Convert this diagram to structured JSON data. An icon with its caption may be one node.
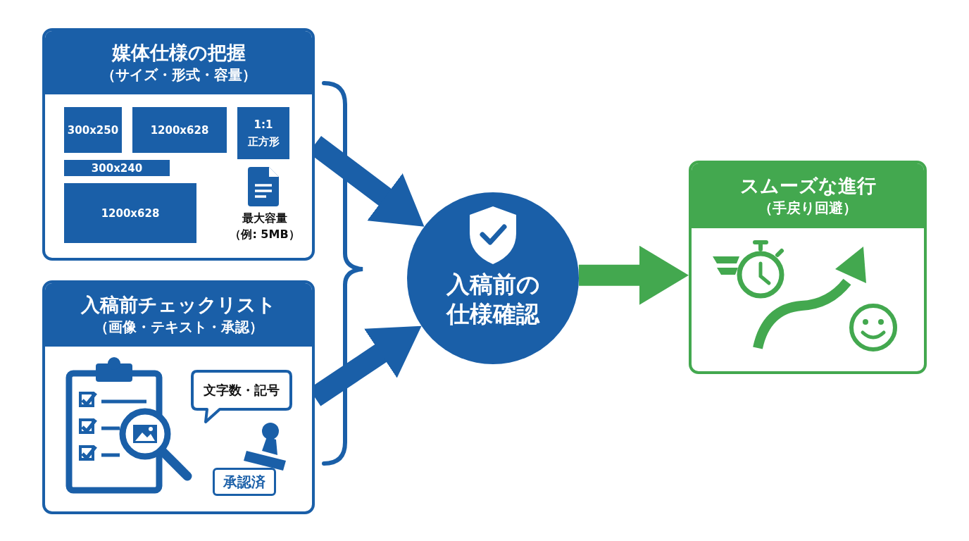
{
  "diagram": {
    "nodes": [
      {
        "text": [
          "媒体仕様の把握",
          "（サイズ・形式・容量）"
        ]
      },
      {
        "text": [
          "300x250"
        ],
        "in": 0
      },
      {
        "text": [
          "1200x628"
        ],
        "in": 0
      },
      {
        "text": [
          "1:1 正方形"
        ],
        "in": 0
      },
      {
        "text": [
          "300x240"
        ],
        "in": 0
      },
      {
        "text": [
          "1200x628"
        ],
        "in": 0
      },
      {
        "text": [
          "入稿前チェックリスト",
          "（画像・テキスト・承認）"
        ]
      },
      {
        "text": [
          "文字数・記号"
        ],
        "in": 6
      },
      {
        "text": [
          "承認済"
        ],
        "in": 6
      },
      {
        "text": [
          "入稿前の仕様確認"
        ]
      },
      {
        "text": [
          "スムーズな進行",
          "（手戻り回避）"
        ]
      }
    ],
    "edges": [
      {
        "from": 0,
        "to": 9,
        "arrow": "to"
      },
      {
        "from": 6,
        "to": 9,
        "arrow": "to"
      },
      {
        "from": 9,
        "to": 10,
        "arrow": "to",
        "color": "#43a84f"
      }
    ],
    "labels": [
      "最大容量（例: 5MB）"
    ]
  }
}
